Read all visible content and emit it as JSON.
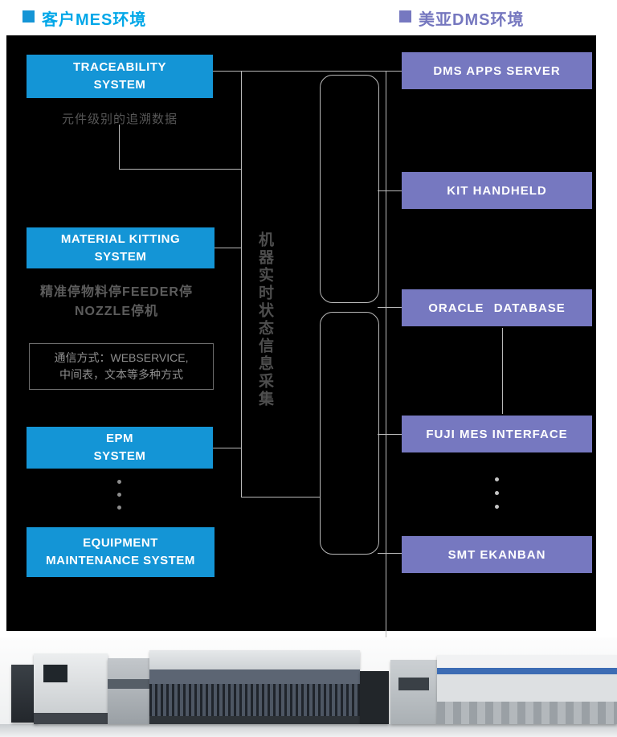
{
  "header": {
    "left_title": "客户MES环境",
    "right_title": "美亚DMS环境"
  },
  "palette": {
    "cyan_accent": "#00a7e8",
    "purple_accent": "#7577bf",
    "blue_box": "#1495d6",
    "purple_box": "#7678c0",
    "panel_background": "#000000",
    "connector_gray": "#b9b9b9"
  },
  "left_column": {
    "traceability_label": "TRACEABILITY\nSYSTEM",
    "traceability_note": "元件级别的追溯数据",
    "kitting_label": "MATERIAL KITTING\nSYSTEM",
    "kitting_note": "精准停物料停FEEDER停\nNOZZLE停机",
    "comm_note": "通信方式：WEBSERVICE,\n中间表，文本等多种方式",
    "epm_label": "EPM\nSYSTEM",
    "maintenance_label": "EQUIPMENT\nMAINTENANCE SYSTEM"
  },
  "middle": {
    "vertical_label": "机器实时状态信息采集"
  },
  "right_column": {
    "dms_label": "DMS APPS SERVER",
    "kit_label": "KIT HANDHELD",
    "oracle_label": "ORACLE DATABASE",
    "fuji_label": "FUJI MES INTERFACE",
    "ekanban_label": "SMT EKANBAN"
  }
}
